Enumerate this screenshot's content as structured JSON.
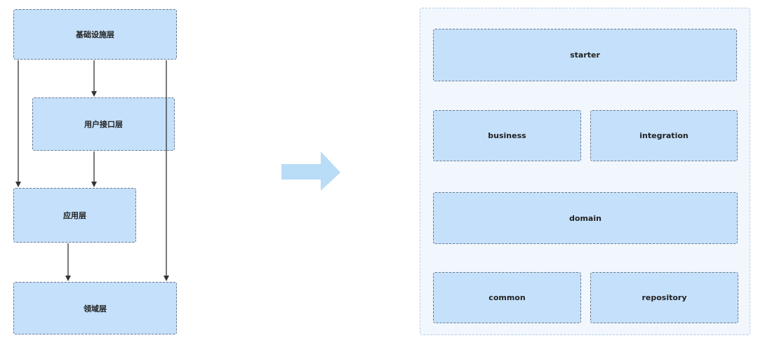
{
  "left_diagram": {
    "infrastructure": "基础设施层",
    "user_interface": "用户接口层",
    "application": "应用层",
    "domain": "领域层"
  },
  "transition_arrow_color": "#b9dcf7",
  "right_diagram": {
    "starter": "starter",
    "business": "business",
    "integration": "integration",
    "domain": "domain",
    "common": "common",
    "repository": "repository"
  },
  "colors": {
    "box_fill": "#c5e0fa",
    "box_border": "#6b7a8a",
    "panel_fill": "#f1f7fd",
    "arrow": "#333333"
  }
}
